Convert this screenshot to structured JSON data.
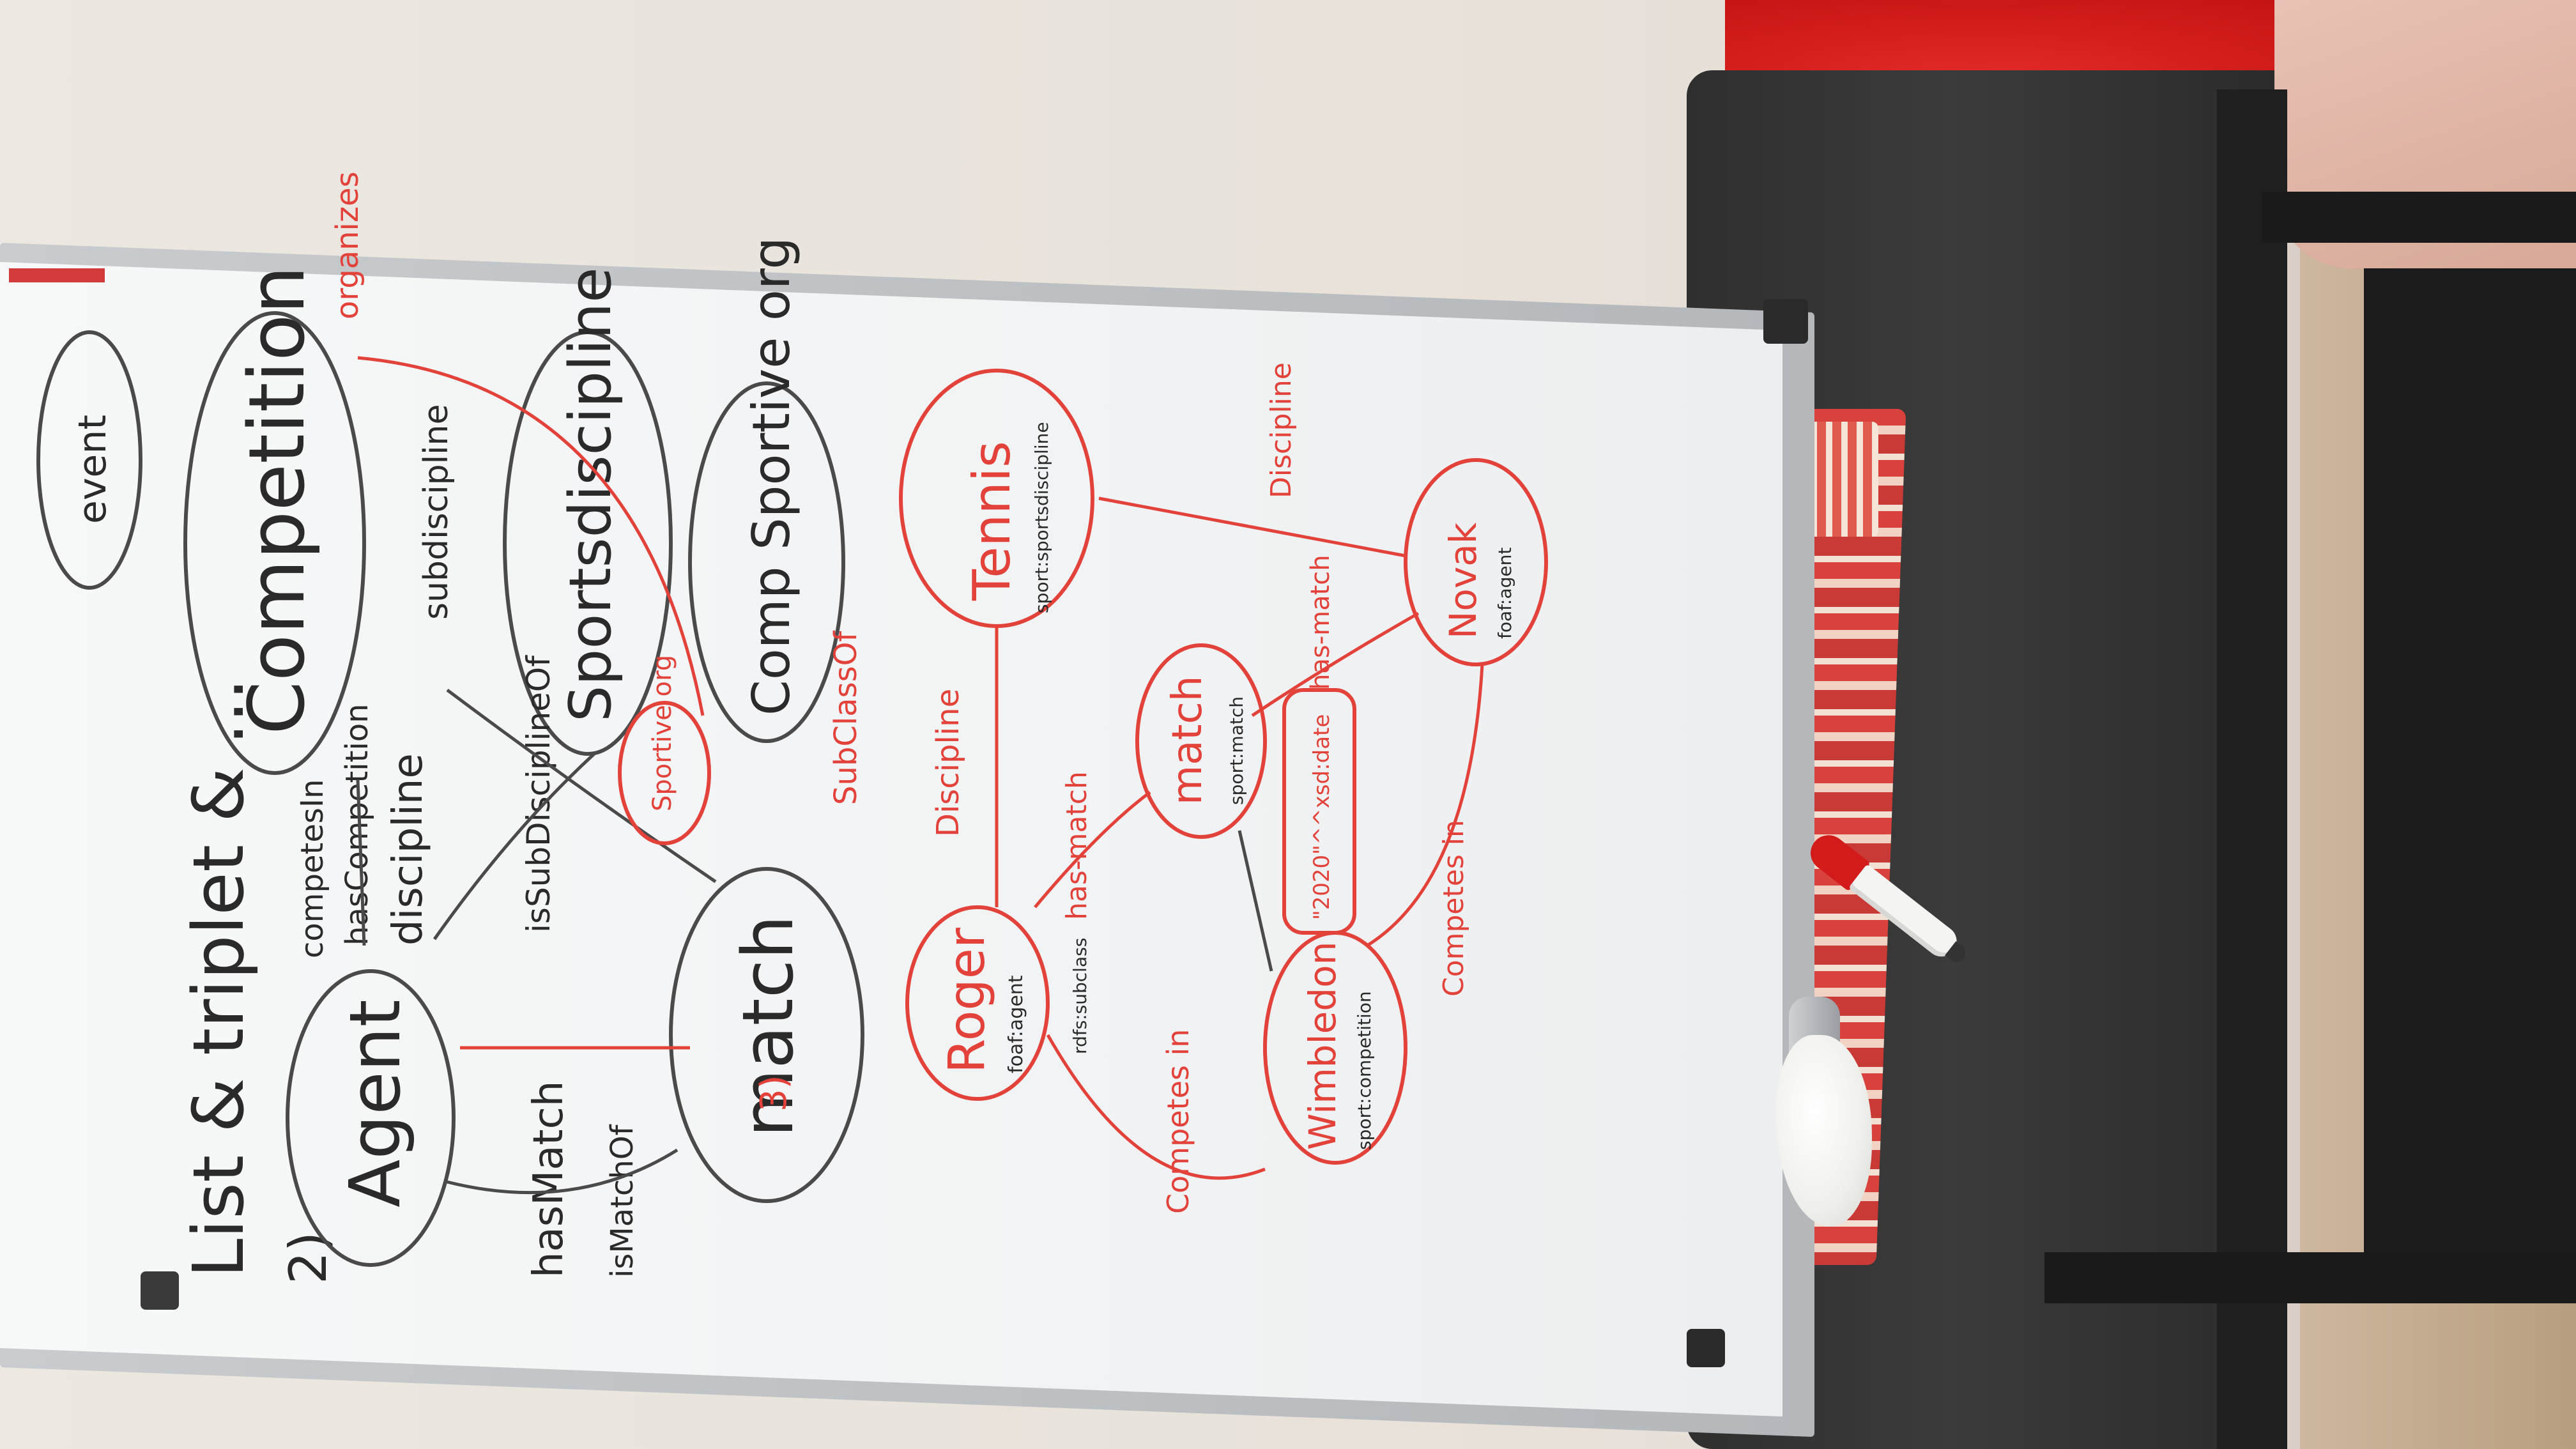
{
  "board": {
    "heading": "List & triplet & ... ",
    "section_2": "2)",
    "section_3": "3)",
    "top_left_bubble": "event",
    "schema": {
      "competition": "Competition",
      "agent": "Agent",
      "match": "match",
      "sportsdiscipline": "Sportsdiscipline",
      "comp_sportive_org": "Comp Sportive org",
      "sportive_org": "Sportive org",
      "competesIn": "competesIn",
      "hascompetition": "hasCompetition",
      "discipline": "discipline",
      "subdiscipline_a": "subdiscipline",
      "subdiscipline_b": "isSubDisciplineOf",
      "hasmatch": "hasMatch",
      "ismatchof": "isMatchOf",
      "organizes": "organizes",
      "subclassof": "SubClassOf"
    },
    "instances": {
      "roger": "Roger",
      "roger_type": "foaf:agent",
      "tennis": "Tennis",
      "tennis_type": "sport:sportsdiscipline",
      "match": "match",
      "match_type": "sport:match",
      "wimbledon": "Wimbledon",
      "wimbledon_type": "sport:competition",
      "novak": "Novak",
      "novak_type": "foaf:agent",
      "date_literal": "\"2020\"^^xsd:date",
      "discipline_1": "Discipline",
      "discipline_2": "Discipline",
      "hasmatch_1": "has-match",
      "hasmatch_2": "has-match",
      "competes_in_1": "Competes in",
      "competes_in_2": "Competes in",
      "rdfs_label": "rdfs:subclass"
    }
  },
  "colors": {
    "marker_black": "#2a2a2a",
    "marker_red": "#e3423a",
    "board": "#f4f5f6",
    "table": "#333333",
    "sofa": "#c81414"
  }
}
